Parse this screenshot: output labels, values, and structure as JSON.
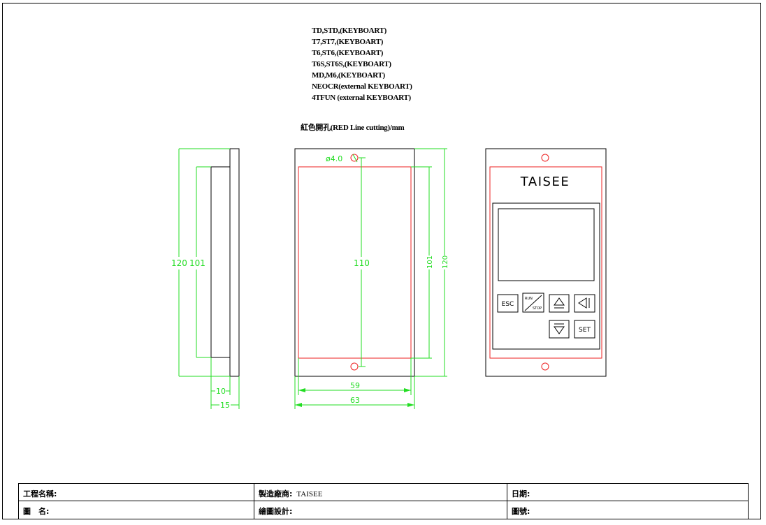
{
  "notes": {
    "lines": [
      "TD,STD,(KEYBOART)",
      "T7,ST7,(KEYBOART)",
      "T6,ST6,(KEYBOART)",
      "T6S,ST6S,(KEYBOART)",
      "MD,M6,(KEYBOART)",
      "NEOCR(external KEYBOART)",
      "4TFUN (external KEYBOART)"
    ],
    "cut_note": "紅色開孔(RED Line cutting)/mm"
  },
  "side_view": {
    "dim_height_outer": "120",
    "dim_height_inner": "101",
    "dim_depth_body": "10",
    "dim_depth_total": "15"
  },
  "cutout_view": {
    "hole_label": "ø4.0",
    "dim_hole_spacing": "110",
    "dim_cut_height": "101",
    "dim_panel_height": "120",
    "dim_cut_width": "59",
    "dim_panel_width": "63"
  },
  "front_view": {
    "brand": "TAISEE",
    "keys": {
      "esc": "ESC",
      "run": "RUN",
      "stop": "STOP",
      "set": "SET"
    }
  },
  "title_block": {
    "project_label": "工程名稱:",
    "manufacturer_label": "製造廠商:",
    "manufacturer_value": "TAISEE",
    "date_label": "日期:",
    "drawing_name_label": "圖　名:",
    "designer_label": "繪圖設計:",
    "drawing_no_label": "圖號:"
  },
  "colors": {
    "dimension": "#22dd22",
    "cut_line": "#ee2222",
    "outline": "#000000"
  }
}
